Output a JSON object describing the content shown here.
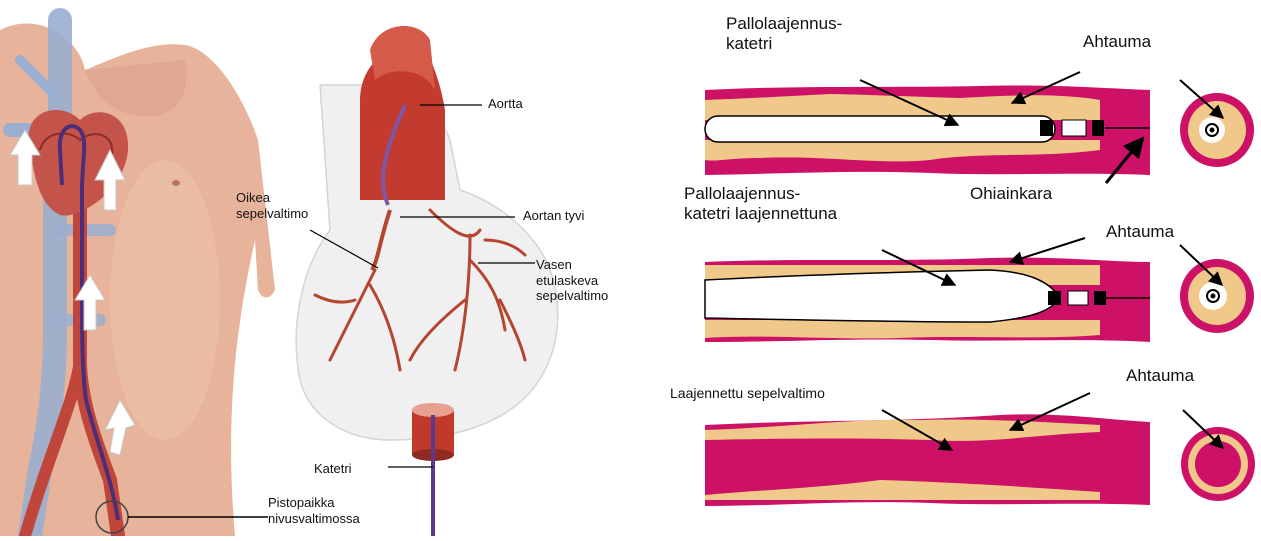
{
  "left_figure": {
    "labels": {
      "aortta": "Aortta",
      "aortan_tyvi": "Aortan tyvi",
      "oikea": "Oikea\nsepelvaltimo",
      "vasen": "Vasen\netulaskeva\nsepelvaltimo",
      "katetri": "Katetri",
      "pistopaikka": "Pistopaikka\nnivusvaltimossa"
    }
  },
  "right_figure": {
    "panel1": {
      "catheter_label": "Pallolaajennus-\nkatetri",
      "stenosis_label": "Ahtauma",
      "guidewire_label": "Ohiainkara"
    },
    "panel2": {
      "catheter_label": "Pallolaajennus-\nkatetri laajennettuna",
      "stenosis_label": "Ahtauma"
    },
    "panel3": {
      "artery_label": "Laajennettu sepelvaltimo",
      "stenosis_label": "Ahtauma"
    }
  },
  "colors": {
    "vessel_wall": "#cc1166",
    "plaque": "#f0c88a",
    "catheter": "#ffffff",
    "skin": "#e8b49c",
    "artery_red": "#c0392b",
    "vein_blue": "#8fa3c8",
    "catheter_purple": "#5b3a8c",
    "heart_fat": "#ececec",
    "coronary": "#b5452f"
  }
}
